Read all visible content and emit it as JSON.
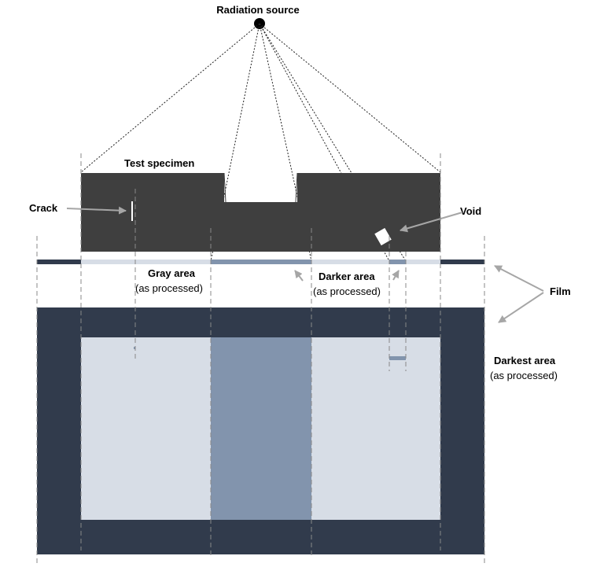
{
  "labels": {
    "source": "Radiation source",
    "specimen": "Test specimen",
    "crack": "Crack",
    "void": "Void",
    "gray_area": "Gray area",
    "gray_area_note": "(as processed)",
    "darker_area": "Darker area",
    "darker_area_note": "(as processed)",
    "film": "Film",
    "darkest_area": "Darkest area",
    "darkest_area_note": "(as processed)"
  },
  "colors": {
    "specimen": "#3f3f3f",
    "film_dark": "#313b4c",
    "film_light": "#d7dde6",
    "film_medium": "#8294ad",
    "arrow": "#a6a6a6",
    "source": "#000000"
  }
}
